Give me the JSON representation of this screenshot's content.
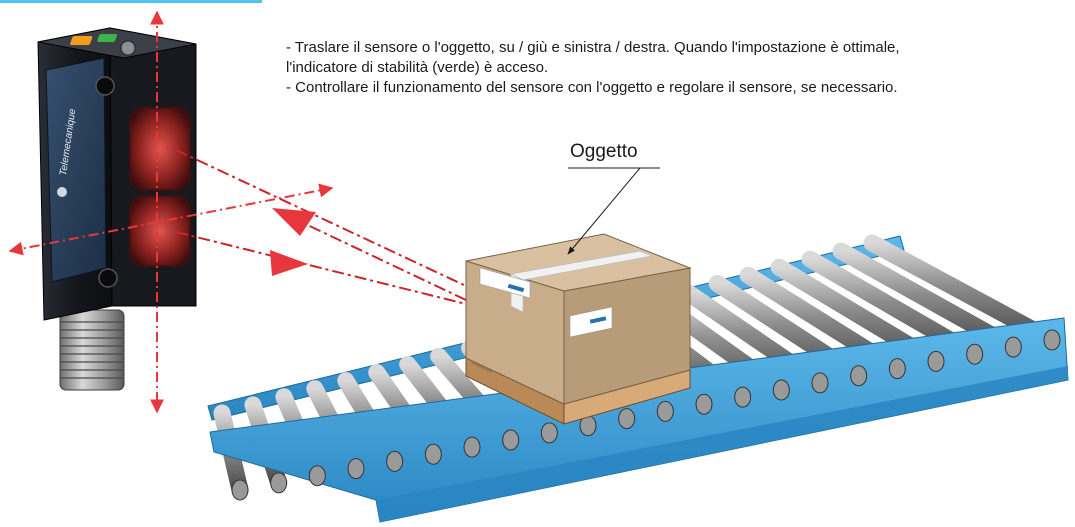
{
  "instructions": {
    "line1": "- Traslare il sensore o l'oggetto, su / giù e sinistra / destra. Quando l'impostazione è ottimale,",
    "line2": "l'indicatore di stabilità (verde) è acceso.",
    "line3": "- Controllare il funzionamento del sensore con l'oggetto e regolare il sensore, se necessario."
  },
  "callout": {
    "label": "Oggetto"
  },
  "sensor": {
    "brand": "Telemecanique"
  },
  "colors": {
    "accent_bar": "#4fc3f7",
    "arrows": "#e8373c",
    "conveyor_frame": "#3aa0d8",
    "sensor_body": "#1b1e24",
    "box": "#c8ad8a",
    "pallet": "#cfa374"
  }
}
